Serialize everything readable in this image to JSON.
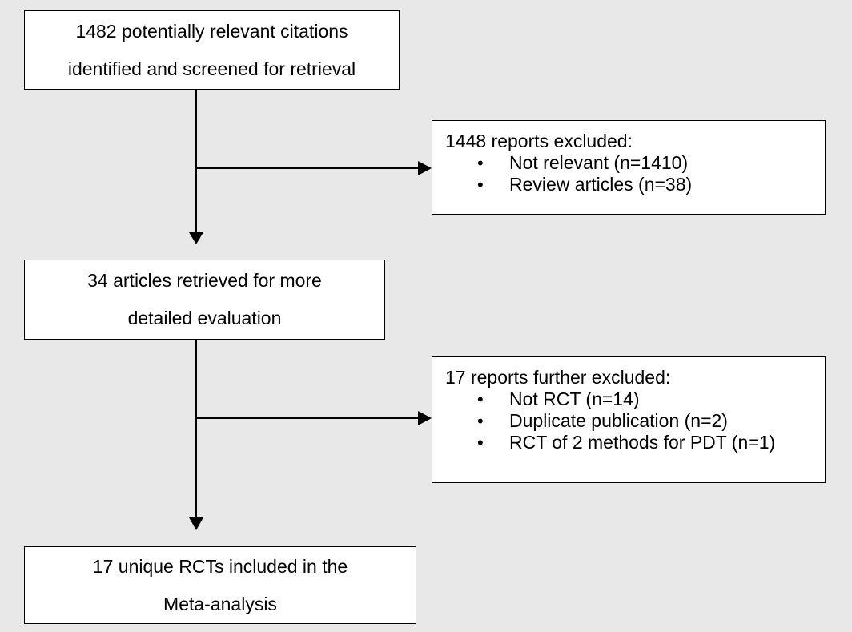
{
  "flow": {
    "step1": {
      "lines": [
        "1482 potentially relevant citations",
        "identified and screened for retrieval"
      ]
    },
    "exclusion1": {
      "title": "1448 reports excluded:",
      "items": [
        "Not relevant (n=1410)",
        "Review articles (n=38)"
      ]
    },
    "step2": {
      "lines": [
        "34 articles retrieved for more",
        "detailed evaluation"
      ]
    },
    "exclusion2": {
      "title": "17 reports further excluded:",
      "items": [
        "Not RCT (n=14)",
        "Duplicate publication (n=2)",
        "RCT of 2 methods for PDT (n=1)"
      ]
    },
    "step3": {
      "lines": [
        "17 unique RCTs included in the",
        "Meta-analysis"
      ]
    }
  },
  "colors": {
    "background": "#e8e8e8",
    "box_fill": "#ffffff",
    "stroke": "#000000"
  }
}
